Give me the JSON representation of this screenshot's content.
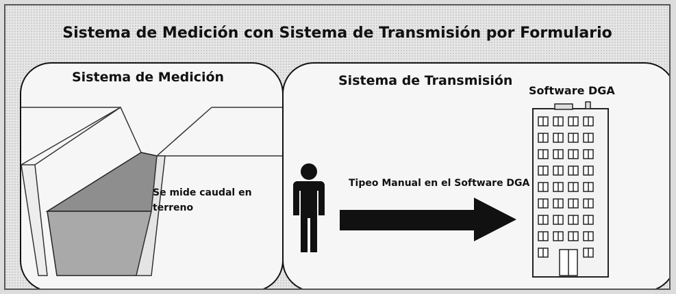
{
  "diagram": {
    "title": "Sistema de Medición con Sistema de Transmisión por Formulario",
    "measurement_panel": {
      "title": "Sistema de Medición",
      "caption": "Se mide caudal en terreno"
    },
    "transmission_panel": {
      "title": "Sistema de Transmisión",
      "arrow_caption": "Tipeo Manual en el Software DGA",
      "building_label": "Software DGA"
    },
    "icons": [
      "channel-cross-section-icon",
      "person-icon",
      "arrow-right-icon",
      "office-building-icon"
    ]
  }
}
